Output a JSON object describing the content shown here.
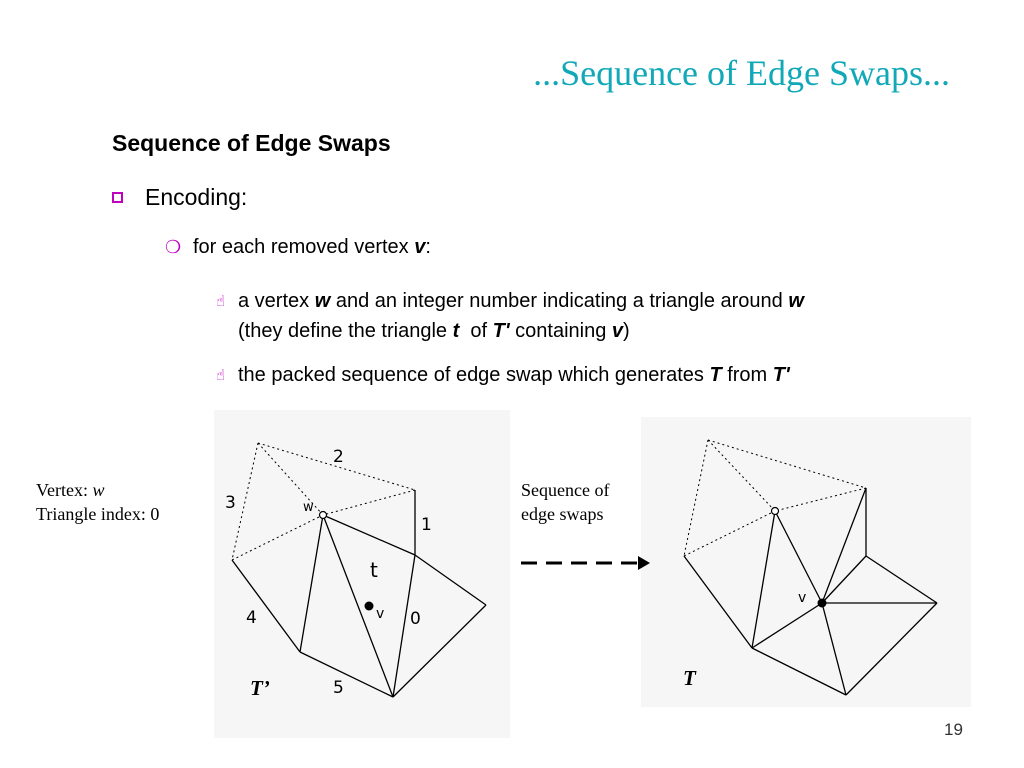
{
  "slide": {
    "title": "...Sequence of Edge Swaps...",
    "heading": "Sequence of Edge Swaps",
    "bullet1": "Encoding:",
    "bullet2": {
      "text": "for each removed vertex ",
      "var": "v",
      "colon": ":"
    },
    "bullet3": {
      "a": "a vertex ",
      "w1": "w",
      "b": " and an integer number indicating a triangle around ",
      "w2": "w",
      "c": "(they define the triangle ",
      "t": "t",
      "d": "  of ",
      "tprime": "T'",
      "e": " containing ",
      "v": "v",
      "f": ")"
    },
    "bullet4": {
      "a": "the packed sequence of edge swap which generates ",
      "T": "T",
      "b": " from ",
      "tprime": "T'"
    },
    "page_number": "19"
  },
  "left_caption": {
    "vertex_label": "Vertex: ",
    "vertex_value": "w",
    "triangle_label": "Triangle index: 0"
  },
  "middle_caption": {
    "line1": "Sequence of",
    "line2": "edge swaps"
  },
  "left_diagram": {
    "label": "T’",
    "numbers": [
      "2",
      "3",
      "1",
      "4",
      "0",
      "5"
    ],
    "vertex_w": "w",
    "vertex_v": "v",
    "triangle_t": "t"
  },
  "right_diagram": {
    "label": "T",
    "vertex_v": "v"
  },
  "icons": {
    "level1": "hollow-square-bullet-icon",
    "level2": "m-bullet-icon",
    "level3": "pointing-hand-icon"
  },
  "colors": {
    "title": "#11a8b8",
    "bullet": "#c000c0"
  }
}
